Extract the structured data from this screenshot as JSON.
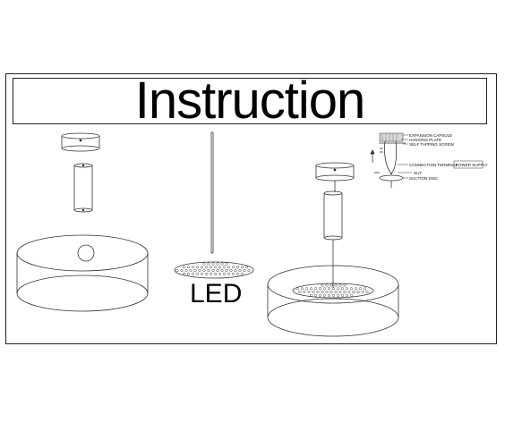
{
  "diagram": {
    "title": "Instruction",
    "led_label": "LED",
    "callouts": {
      "expansion_capsule": "EXPANSION CAPSULE",
      "hanging_plate": "HANGING PLATE",
      "self_tapping_screw": "SELF TAPPING SCREW",
      "connection_terminal": "CONNECTION TERMINAL",
      "power_supply": "POWER SUPPLY",
      "nut": "NUT",
      "suction_disc": "SUCTION DISC"
    }
  }
}
